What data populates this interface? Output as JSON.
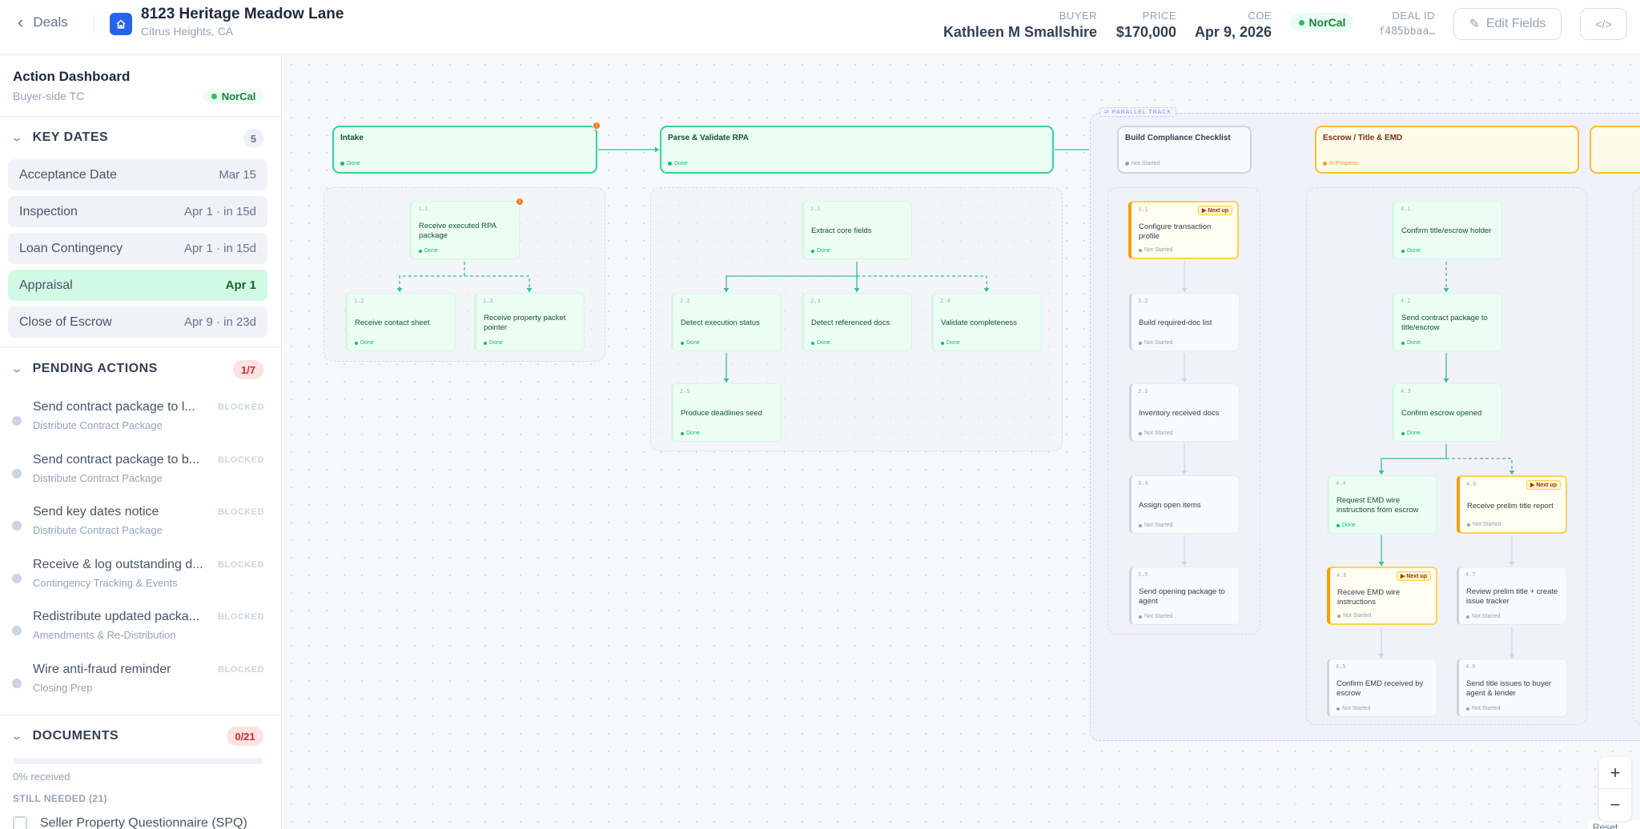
{
  "header": {
    "back_label": "Deals",
    "title": "8123 Heritage Meadow Lane",
    "subtitle": "Citrus Heights, CA",
    "buyer_label": "BUYER",
    "buyer": "Kathleen M Smallshire",
    "price_label": "PRICE",
    "price": "$170,000",
    "coe_label": "COE",
    "coe": "Apr 9, 2026",
    "region": "NorCal",
    "deal_id_label": "DEAL ID",
    "deal_id": "f485bbaa…",
    "edit_label": "Edit Fields",
    "code_label": "</>"
  },
  "sidebar": {
    "title": "Action Dashboard",
    "subtitle": "Buyer-side TC",
    "region": "NorCal",
    "key_dates": {
      "label": "KEY DATES",
      "count": "5",
      "items": [
        {
          "label": "Acceptance Date",
          "value": "Mar 15"
        },
        {
          "label": "Inspection",
          "value": "Apr 1 · in 15d"
        },
        {
          "label": "Loan Contingency",
          "value": "Apr 1 · in 15d"
        },
        {
          "label": "Appraisal",
          "value": "Apr 1",
          "highlighted": true
        },
        {
          "label": "Close of Escrow",
          "value": "Apr 9 · in 23d"
        }
      ]
    },
    "pending": {
      "label": "PENDING ACTIONS",
      "count": "1/7",
      "items": [
        {
          "title": "Send contract package to l...",
          "sub": "Distribute Contract Package",
          "status": "BLOCKED"
        },
        {
          "title": "Send contract package to b...",
          "sub": "Distribute Contract Package",
          "status": "BLOCKED"
        },
        {
          "title": "Send key dates notice",
          "sub": "Distribute Contract Package",
          "status": "BLOCKED"
        },
        {
          "title": "Receive & log outstanding d...",
          "sub": "Contingency Tracking & Events",
          "status": "BLOCKED"
        },
        {
          "title": "Redistribute updated packa...",
          "sub": "Amendments & Re-Distribution",
          "status": "BLOCKED"
        },
        {
          "title": "Wire anti-fraud reminder",
          "sub": "Closing Prep",
          "status": "BLOCKED"
        }
      ]
    },
    "documents": {
      "label": "DOCUMENTS",
      "count": "0/21",
      "progress_percent": 0,
      "progress_label": "0% received",
      "still_needed_label": "STILL NEEDED (21)",
      "items": [
        "Seller Property Questionnaire (SPQ)"
      ]
    }
  },
  "canvas": {
    "parallel_track_label": "⇄ PARALLEL TRACK",
    "phases": [
      {
        "title": "Intake",
        "status": "Done",
        "warning": true
      },
      {
        "title": "Parse & Validate RPA",
        "status": "Done"
      },
      {
        "title": "Build Compliance Checklist",
        "status": "Not Started"
      },
      {
        "title": "Escrow / Title & EMD",
        "status": "In Progress"
      }
    ],
    "tasks": [
      {
        "id": "1.1",
        "title": "Receive executed RPA package",
        "status": "Done",
        "warning": true
      },
      {
        "id": "1.2",
        "title": "Receive contact sheet",
        "status": "Done"
      },
      {
        "id": "1.3",
        "title": "Receive property packet pointer",
        "status": "Done"
      },
      {
        "id": "2.1",
        "title": "Extract core fields",
        "status": "Done"
      },
      {
        "id": "2.2",
        "title": "Detect execution status",
        "status": "Done"
      },
      {
        "id": "2.3",
        "title": "Detect referenced docs",
        "status": "Done"
      },
      {
        "id": "2.4",
        "title": "Validate completeness",
        "status": "Done"
      },
      {
        "id": "2.5",
        "title": "Produce deadlines seed",
        "status": "Done"
      },
      {
        "id": "3.1",
        "title": "Configure transaction profile",
        "status": "Not Started",
        "next_up": true
      },
      {
        "id": "3.2",
        "title": "Build required-doc list",
        "status": "Not Started"
      },
      {
        "id": "3.3",
        "title": "Inventory received docs",
        "status": "Not Started"
      },
      {
        "id": "3.4",
        "title": "Assign open items",
        "status": "Not Started"
      },
      {
        "id": "3.5",
        "title": "Send opening package to agent",
        "status": "Not Started"
      },
      {
        "id": "4.1",
        "title": "Confirm title/escrow holder",
        "status": "Done"
      },
      {
        "id": "4.2",
        "title": "Send contract package to title/escrow",
        "status": "Done"
      },
      {
        "id": "4.3",
        "title": "Confirm escrow opened",
        "status": "Done"
      },
      {
        "id": "4.4",
        "title": "Request EMD wire instructions from escrow",
        "status": "Done"
      },
      {
        "id": "4.6",
        "title": "Receive prelim title report",
        "status": "Not Started",
        "next_up": true
      },
      {
        "id": "4.8",
        "title": "Receive EMD wire instructions",
        "status": "Not Started",
        "next_up": true
      },
      {
        "id": "4.7",
        "title": "Review prelim title + create issue tracker",
        "status": "Not Started"
      },
      {
        "id": "4.5",
        "title": "Confirm EMD received by escrow",
        "status": "Not Started"
      },
      {
        "id": "4.9",
        "title": "Send title issues to buyer agent & lender",
        "status": "Not Started"
      }
    ],
    "next_up_label": "▶ Next up",
    "zoom_in": "+",
    "zoom_out": "−",
    "reset_label": "Reset Flow"
  },
  "colors": {
    "done": "#10b981",
    "in_progress": "#f59e0b",
    "not_started": "#94a3b8",
    "brand": "#2563eb",
    "blocked_badge": "#dc2626"
  }
}
